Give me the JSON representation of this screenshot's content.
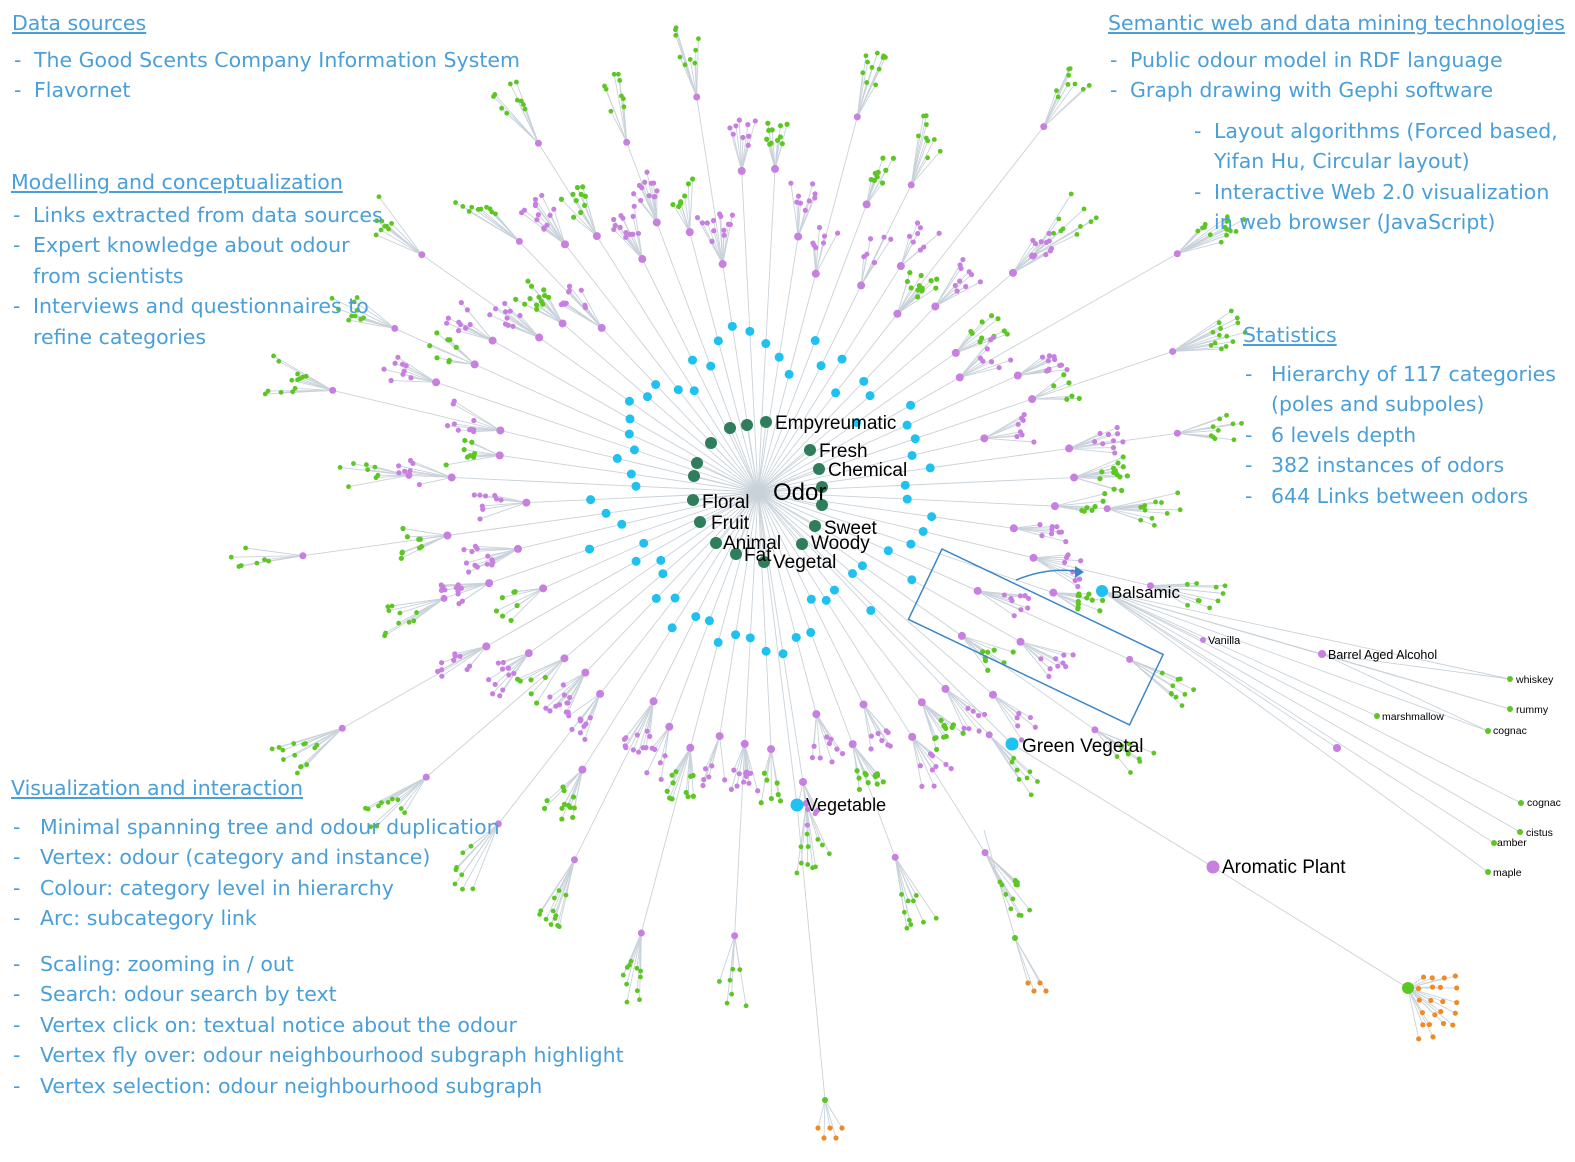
{
  "panels": {
    "data_sources": {
      "title": "Data sources",
      "items": [
        "The Good Scents Company Information System",
        "Flavornet"
      ]
    },
    "modelling": {
      "title": "Modelling and conceptualization",
      "items": [
        "Links extracted from data sources",
        "Expert knowledge about odour",
        "from scientists",
        "Interviews and questionnaires to",
        "refine categories"
      ]
    },
    "semantic": {
      "title": "Semantic web and data mining technologies",
      "items": [
        "Public odour model in RDF language",
        "Graph drawing with Gephi software"
      ],
      "subitems": [
        "Layout algorithms (Forced based,",
        "Yifan Hu, Circular layout)",
        "Interactive Web 2.0 visualization",
        "in web browser (JavaScript)"
      ]
    },
    "statistics": {
      "title": "Statistics",
      "items": [
        "Hierarchy of 117 categories",
        "(poles and subpoles)",
        "6 levels depth",
        "382 instances of odors",
        "644 Links between odors"
      ]
    },
    "visualization": {
      "title": "Visualization and interaction",
      "items_a": [
        "Minimal spanning tree and odour duplication",
        "Vertex: odour (category and instance)",
        "Colour: category level in hierarchy",
        "Arc: subcategory link"
      ],
      "items_b": [
        "Scaling: zooming in / out",
        "Search: odour search by text",
        "Vertex click on: textual notice about the odour",
        "Vertex fly over: odour neighbourhood subgraph highlight",
        "Vertex selection: odour neighbourhood subgraph"
      ]
    }
  },
  "graph": {
    "root": "Odor",
    "poles": [
      "Empyreumatic",
      "Fresh",
      "Chemical",
      "Floral",
      "Fruit",
      "Animal",
      "Fat",
      "Vegetal",
      "Sweet",
      "Woody"
    ],
    "subcategories": [
      "Balsamic",
      "Green Vegetal",
      "Vegetable",
      "Aromatic Plant"
    ],
    "balsamic_children": [
      "Vanilla",
      "Barrel Aged Alcohol",
      "whiskey",
      "rummy",
      "marshmallow",
      "cognac",
      "cognac",
      "cistus",
      "amber",
      "maple"
    ]
  },
  "colors": {
    "root": "#f0526d",
    "pole": "#2e7d5b",
    "subpole": "#1ec1ef",
    "category": "#c77fe0",
    "instance": "#5cc623",
    "leaf": "#f08a24",
    "edge": "#c9d2da",
    "text": "#4a9fd8"
  }
}
